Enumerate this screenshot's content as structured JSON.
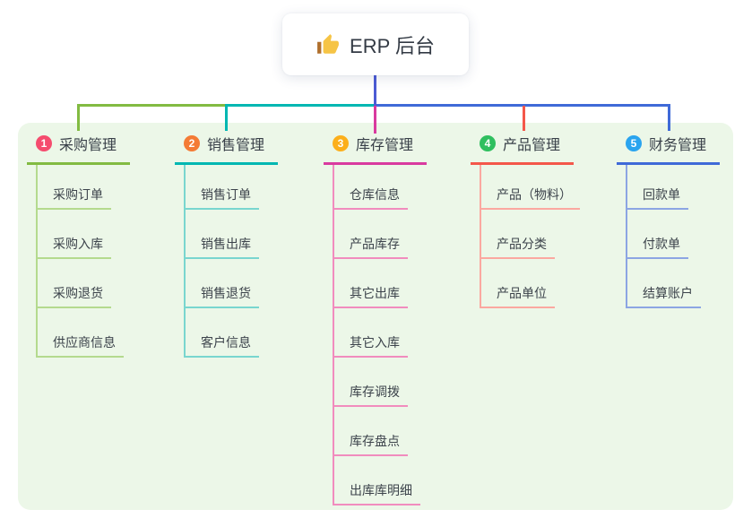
{
  "root": {
    "icon": "thumbs-up-icon",
    "label": "ERP 后台"
  },
  "panel": {
    "background": "#ecf7e8"
  },
  "connector": {
    "main_color": "#4c5bd4"
  },
  "branches": [
    {
      "badge": "1",
      "title": "采购管理",
      "colors": {
        "badge": "#f54c6e",
        "line": "#82bb42",
        "child_line": "#b4da8e"
      },
      "children": [
        "采购订单",
        "采购入库",
        "采购退货",
        "供应商信息"
      ]
    },
    {
      "badge": "2",
      "title": "销售管理",
      "colors": {
        "badge": "#f47b35",
        "line": "#00b7b2",
        "child_line": "#79d6cf"
      },
      "children": [
        "销售订单",
        "销售出库",
        "销售退货",
        "客户信息"
      ]
    },
    {
      "badge": "3",
      "title": "库存管理",
      "colors": {
        "badge": "#fcaf1b",
        "line": "#d93a9f",
        "child_line": "#f18cbe"
      },
      "children": [
        "仓库信息",
        "产品库存",
        "其它出库",
        "其它入库",
        "库存调拨",
        "库存盘点",
        "出库库明细"
      ]
    },
    {
      "badge": "4",
      "title": "产品管理",
      "colors": {
        "badge": "#2fbf5f",
        "line": "#f4574a",
        "child_line": "#fba8a0"
      },
      "children": [
        "产品（物料）",
        "产品分类",
        "产品单位"
      ]
    },
    {
      "badge": "5",
      "title": "财务管理",
      "colors": {
        "badge": "#2aa4ef",
        "line": "#3f6ad8",
        "child_line": "#8ca5e3"
      },
      "children": [
        "回款单",
        "付款单",
        "结算账户"
      ]
    }
  ]
}
